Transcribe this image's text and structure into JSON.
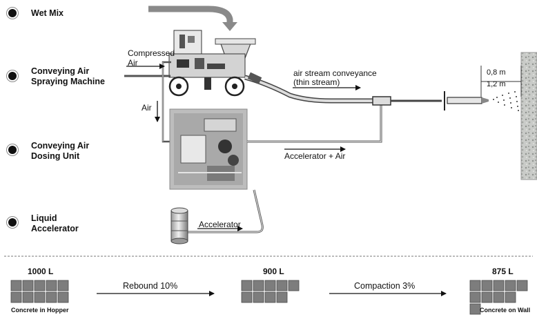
{
  "legend": [
    {
      "label": "Wet Mix"
    },
    {
      "label": "Conveying Air\nSpraying Machine"
    },
    {
      "label": "Conveying Air\nDosing Unit"
    },
    {
      "label": "Liquid\nAccelerator"
    }
  ],
  "labels": {
    "compressed_air": "Compressed\nAir",
    "air": "Air",
    "air_stream": "air stream conveyance\n(thin stream)",
    "accel_air": "Accelerator + Air",
    "accelerator": "Accelerator",
    "dist1": "0,8 m",
    "dist2": "1,2 m"
  },
  "bottom": {
    "stage1_value": "1000 L",
    "stage1_caption": "Concrete in Hopper",
    "rebound": "Rebound 10%",
    "stage2_value": "900 L",
    "compaction": "Compaction 3%",
    "stage3_value": "875 L",
    "stage3_caption": "Concrete on Wall"
  }
}
